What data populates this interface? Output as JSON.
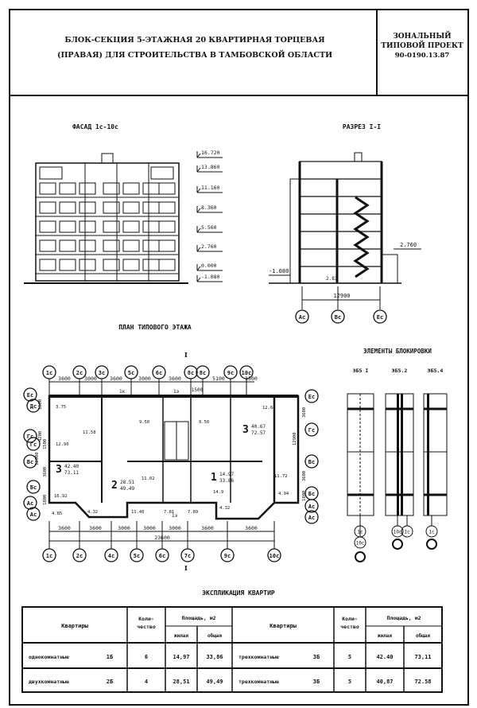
{
  "header": {
    "title_line1": "БЛОК-СЕКЦИЯ 5-ЭТАЖНАЯ 20 КВАРТИРНАЯ ТОРЦЕВАЯ",
    "title_line2": "(ПРАВАЯ) ДЛЯ СТРОИТЕЛЬСТВА В ТАМБОВСКОЙ ОБЛАСТИ",
    "project_line1": "ЗОНАЛЬНЫЙ",
    "project_line2": "ТИПОВОЙ ПРОЕКТ",
    "project_code": "90-0190.13.87"
  },
  "facade": {
    "title": "ФАСАД 1с-10с",
    "levels": [
      "16.720",
      "13.860",
      "11.160",
      "8.360",
      "5.560",
      "2.760",
      "0.000",
      "-1.080"
    ]
  },
  "section": {
    "title": "РАЗРЕЗ I-I",
    "level_right": "2.760",
    "level_left": "-1.080",
    "small_dim": "2.83",
    "width_dim": "12900",
    "axes": [
      "Ас",
      "Вс",
      "Ес"
    ]
  },
  "plan": {
    "title": "ПЛАН ТИПОВОГО ЭТАЖА",
    "cut_mark": "I",
    "top_axes": [
      "1с",
      "2с",
      "3с",
      "5с",
      "6с",
      "8с",
      "8с",
      "9с",
      "10с"
    ],
    "top_dims": [
      "3600",
      "3000",
      "3600",
      "3000",
      "3600",
      "5100",
      "1500"
    ],
    "inner_dim": "1500",
    "bottom_axes": [
      "1с",
      "2с",
      "4с",
      "5с",
      "6с",
      "7с",
      "9с",
      "10с"
    ],
    "bottom_dims": [
      "3600",
      "3600",
      "3000",
      "3000",
      "3000",
      "3600",
      "3600"
    ],
    "total_dim": "23600",
    "left_axes": [
      "Ес",
      "Дс",
      "Гс",
      "Гс",
      "Вс",
      "Бс",
      "Ас",
      "Ас"
    ],
    "left_dims": [
      "1500",
      "4200",
      "1500",
      "3600",
      "12900",
      "1800"
    ],
    "right_axes": [
      "Ес",
      "Гс",
      "Вс",
      "Бс",
      "Ас",
      "Ас"
    ],
    "right_dims": [
      "3600",
      "3600",
      "1800",
      "12900"
    ],
    "markers": [
      "1к",
      "1э",
      "1э"
    ],
    "rooms": [
      {
        "num": "3",
        "living": "42.40",
        "total": "73.11",
        "area1": "12.90",
        "area2": "16.92",
        "area3": "4.85"
      },
      {
        "num": "2",
        "living": "28.51",
        "total": "49.49",
        "area1": "11.58",
        "area2": "11.02",
        "area3": "4.32"
      },
      {
        "num": "1",
        "living": "14.97",
        "total": "33.86",
        "area1": "14.9",
        "area2": "4.32"
      },
      {
        "num": "3",
        "living": "40.67",
        "total": "72.57",
        "area1": "12.64",
        "area2": "11.72",
        "area3": "4.94"
      }
    ],
    "misc_areas": [
      "3.75",
      "9.50",
      "9.50",
      "11.46",
      "7.81",
      "7.89"
    ]
  },
  "blocking": {
    "title": "ЭЛЕМЕНТЫ БЛОКИРОВКИ",
    "items": [
      {
        "label": "ЭБ5 I",
        "axes": [
          "1с",
          "10с"
        ]
      },
      {
        "label": "ЭБ5.2",
        "axes": [
          "10с",
          "1с"
        ]
      },
      {
        "label": "ЭБ5.4",
        "axes": [
          "1с"
        ]
      }
    ]
  },
  "explication": {
    "title": "ЭКСПЛИКАЦИЯ КВАРТИР",
    "headers": {
      "apartments": "Квартиры",
      "count": "Коли-\nчество",
      "count_l1": "Коли-",
      "count_l2": "чество",
      "area": "Площадь, м2",
      "living": "жилая",
      "total": "общая"
    },
    "left_rows": [
      {
        "type": "однокомнатные",
        "code": "1Б",
        "count": "6",
        "living": "14,97",
        "total": "33,86"
      },
      {
        "type": "двухкомнатные",
        "code": "2Б",
        "count": "4",
        "living": "28,51",
        "total": "49,49"
      }
    ],
    "right_rows": [
      {
        "type": "трехкомнатные",
        "code": "3Б",
        "count": "5",
        "living": "42.40",
        "total": "73,11"
      },
      {
        "type": "трехкомнатные",
        "code": "3Б",
        "count": "5",
        "living": "40,87",
        "total": "72.58"
      }
    ]
  }
}
